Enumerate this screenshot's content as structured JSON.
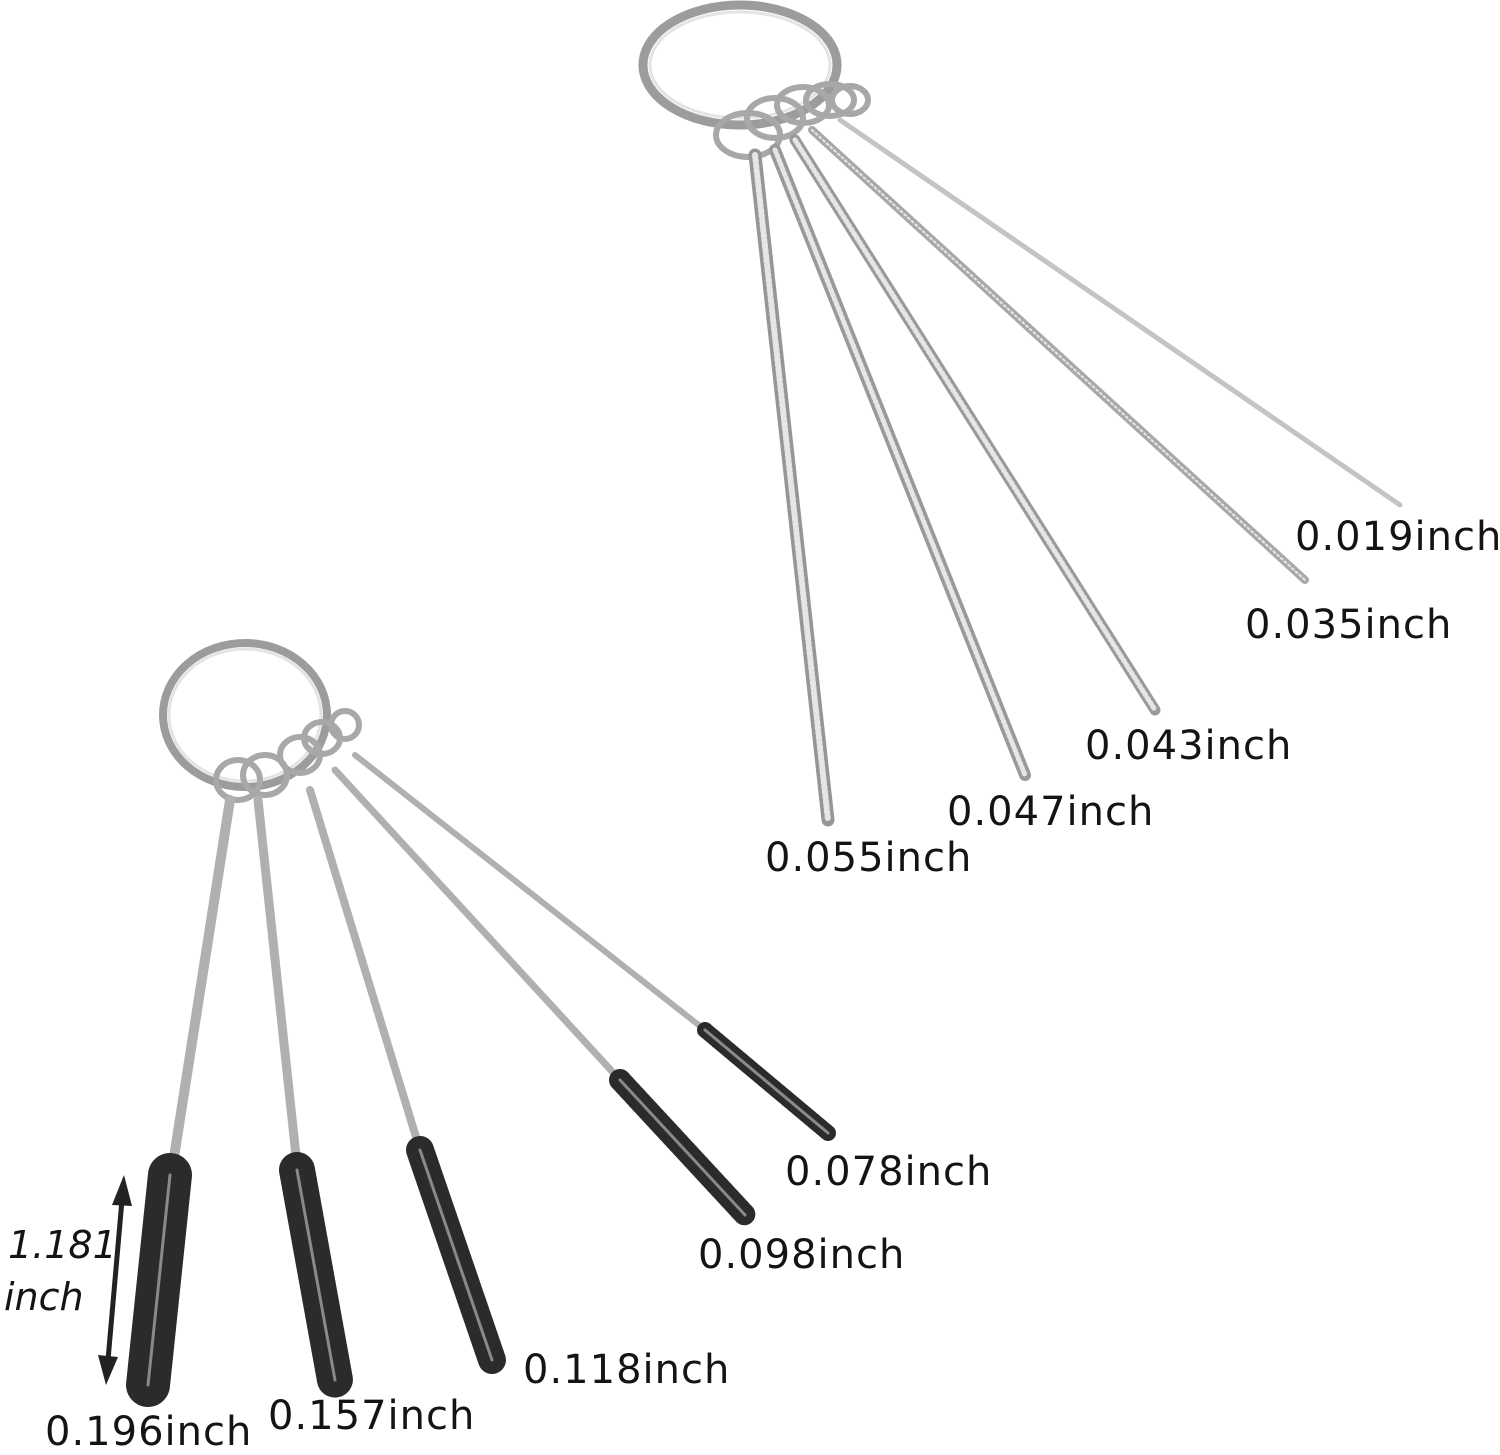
{
  "image": {
    "background": "#ffffff",
    "wire_color": "#b9b9b9",
    "bristle_color": "#2b2b2b",
    "ring_color": "#a9a9a9"
  },
  "top_set": {
    "labels": [
      "0.019inch",
      "0.035inch",
      "0.043inch",
      "0.047inch",
      "0.055inch"
    ]
  },
  "bottom_set": {
    "labels": [
      "0.078inch",
      "0.098inch",
      "0.118inch",
      "0.157inch",
      "0.196inch"
    ],
    "length_label": {
      "line1": "1.181",
      "line2": "inch"
    }
  }
}
